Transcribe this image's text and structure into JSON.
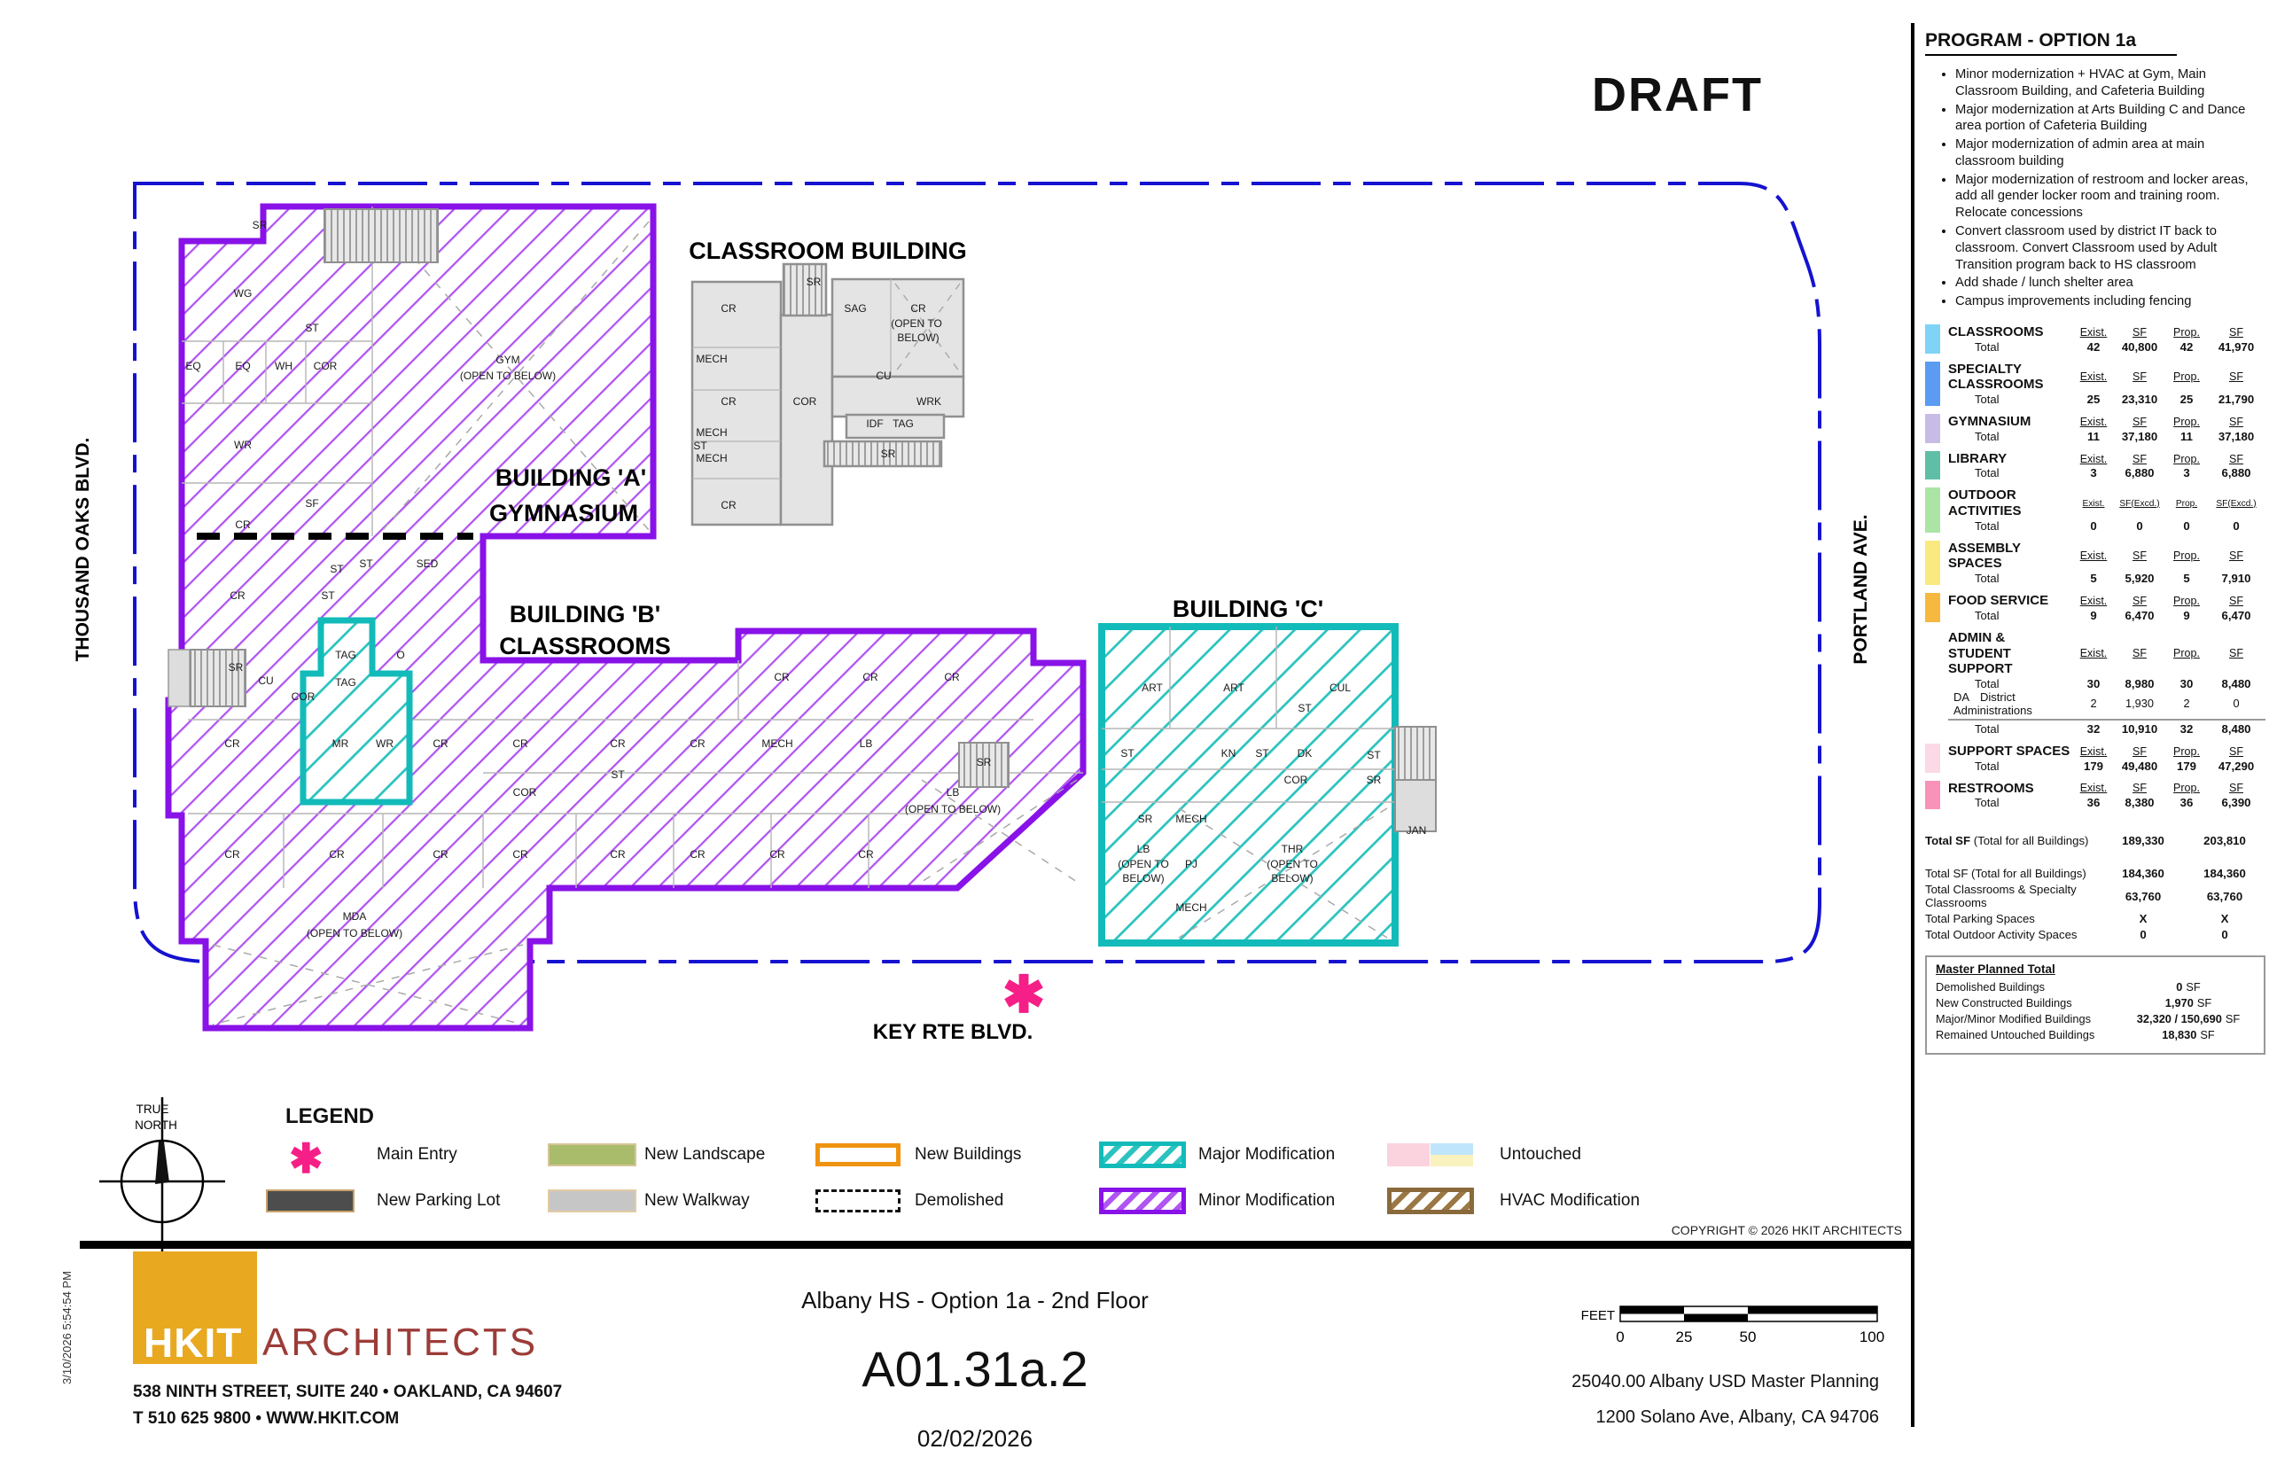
{
  "draft_label": "DRAFT",
  "streets": {
    "left": "THOUSAND OAKS BLVD.",
    "right": "PORTLAND AVE.",
    "bottom": "KEY RTE BLVD."
  },
  "plan": {
    "cb": {
      "title": "CLASSROOM BUILDING",
      "rooms": [
        "CR",
        "MECH",
        "CR",
        "MECH",
        "ST",
        "MECH",
        "CR",
        "SR",
        "COR",
        "SAG",
        "CR",
        "(OPEN TO",
        "BELOW)",
        "CU",
        "WRK",
        "IDF",
        "TAG",
        "SR"
      ]
    },
    "a": {
      "line1": "BUILDING 'A'",
      "line2": "GYMNASIUM",
      "rooms": [
        "SR",
        "WG",
        "ST",
        "EQ",
        "EQ",
        "WH",
        "COR",
        "GYM",
        "(OPEN TO BELOW)",
        "WR",
        "SF",
        "CR"
      ]
    },
    "b": {
      "line1": "BUILDING 'B'",
      "line2": "CLASSROOMS",
      "rooms": [
        "ST",
        "ST",
        "SED",
        "CR",
        "ST",
        "SR",
        "CU",
        "COR",
        "TAG",
        "O",
        "TAG",
        "CR",
        "MR",
        "WR",
        "CR",
        "CR",
        "CR",
        "CR",
        "MECH",
        "LB",
        "SR",
        "ST",
        "COR",
        "LB",
        "(OPEN TO BELOW)",
        "CR",
        "CR",
        "CR",
        "CR",
        "CR",
        "CR",
        "CR",
        "CR",
        "MDA",
        "(OPEN TO BELOW)",
        "CR",
        "CR",
        "CR"
      ]
    },
    "c": {
      "title": "BUILDING 'C'",
      "rooms": [
        "ART",
        "ART",
        "CUL",
        "ST",
        "ST",
        "KN",
        "ST",
        "DK",
        "ST",
        "COR",
        "SR",
        "SR",
        "MECH",
        "LB",
        "(OPEN TO",
        "BELOW)",
        "PJ",
        "THR",
        "(OPEN TO",
        "BELOW)",
        "MECH",
        "JAN"
      ]
    },
    "entry_symbol": "✱"
  },
  "legend": {
    "title": "LEGEND",
    "north_line1": "TRUE",
    "north_line2": "NORTH",
    "entry_symbol": "✱",
    "items": {
      "main_entry": "Main Entry",
      "new_parking": "New Parking Lot",
      "new_landscape": "New Landscape",
      "new_walkway": "New Walkway",
      "new_buildings": "New Buildings",
      "demolished": "Demolished",
      "major_mod": "Major Modification",
      "minor_mod": "Minor Modification",
      "untouched": "Untouched",
      "hvac_mod": "HVAC Modification"
    },
    "copyright": "COPYRIGHT © 2026 HKIT ARCHITECTS"
  },
  "title_block": {
    "timestamp": "3/10/2026 5:54:54 PM",
    "logo_text": "HKIT",
    "logo_suffix": "ARCHITECTS",
    "address1": "538 NINTH STREET, SUITE 240 • OAKLAND, CA 94607",
    "address2": "T 510 625 9800  •  WWW.HKIT.COM",
    "sheet_title": "Albany HS - Option 1a - 2nd Floor",
    "sheet_number": "A01.31a.2",
    "date": "02/02/2026",
    "scale": {
      "unit": "FEET",
      "t0": "0",
      "t25": "25",
      "t50": "50",
      "t100": "100"
    },
    "project_line1": "25040.00 Albany USD Master Planning",
    "project_line2": "1200 Solano Ave, Albany, CA 94706"
  },
  "colors": {
    "minor_mod_purple": "#8812E8",
    "major_mod_teal": "#12BBB9",
    "boundary_blue": "#1512D0",
    "entry_pink": "#F51F87",
    "hvac_brown": "#8A6A3B",
    "new_buildings_orange": "#F0930F",
    "new_landscape_olive": "#A9BC6B",
    "new_parking_gray": "#4D4D4D",
    "new_walkway_gray": "#C6C6C6",
    "untouched_pink": "#FBD3DE",
    "untouched_blue": "#BFE5FB",
    "untouched_yellow": "#FAF2BE",
    "hkit_amber": "#E8A81F",
    "hkit_red": "#9C3C38"
  },
  "program": {
    "title": "PROGRAM - OPTION 1a",
    "bullets": [
      "Minor modernization + HVAC at Gym, Main Classroom Building, and Cafeteria Building",
      "Major modernization at Arts Building C and Dance area portion of Cafeteria Building",
      "Major modernization of admin area at main classroom building",
      "Major modernization of restroom and locker areas, add all gender locker room and training room. Relocate concessions",
      "Convert classroom used by district IT back to classroom.  Convert Classroom used by Adult Transition program back to HS classroom",
      "Add shade / lunch shelter area",
      "Campus improvements including fencing"
    ],
    "categories": [
      {
        "name": "CLASSROOMS",
        "sw": "background:#7ED3F7",
        "h": [
          "Exist.",
          "SF",
          "Prop.",
          "SF"
        ],
        "rows": [
          {
            "l": "Total",
            "v": [
              "42",
              "40,800",
              "42",
              "41,970"
            ]
          }
        ]
      },
      {
        "name": "SPECIALTY",
        "name2": "CLASSROOMS",
        "sw": "background:#5B9BF2",
        "h": [
          "Exist.",
          "SF",
          "Prop.",
          "SF"
        ],
        "rows": [
          {
            "l": "Total",
            "v": [
              "25",
              "23,310",
              "25",
              "21,790"
            ]
          }
        ]
      },
      {
        "name": "GYMNASIUM",
        "sw": "background:#C8BCE6",
        "h": [
          "Exist.",
          "SF",
          "Prop.",
          "SF"
        ],
        "rows": [
          {
            "l": "Total",
            "v": [
              "11",
              "37,180",
              "11",
              "37,180"
            ]
          }
        ]
      },
      {
        "name": "LIBRARY",
        "sw": "background:#5FBFA6",
        "h": [
          "Exist.",
          "SF",
          "Prop.",
          "SF"
        ],
        "rows": [
          {
            "l": "Total",
            "v": [
              "3",
              "6,880",
              "3",
              "6,880"
            ]
          }
        ]
      },
      {
        "name": "OUTDOOR ACTIVITIES",
        "sw": "background:#ACE4A6",
        "h": [
          "Exist.",
          "SF(Excd.)",
          "Prop.",
          "SF(Excd.)"
        ],
        "rows": [
          {
            "l": "Total",
            "v": [
              "0",
              "0",
              "0",
              "0"
            ]
          }
        ]
      },
      {
        "name": "ASSEMBLY SPACES",
        "sw": "background:#FAE97E",
        "h": [
          "Exist.",
          "SF",
          "Prop.",
          "SF"
        ],
        "rows": [
          {
            "l": "Total",
            "v": [
              "5",
              "5,920",
              "5",
              "7,910"
            ]
          }
        ]
      },
      {
        "name": "FOOD SERVICE",
        "sw": "background:#F6B83F",
        "h": [
          "Exist.",
          "SF",
          "Prop.",
          "SF"
        ],
        "rows": [
          {
            "l": "Total",
            "v": [
              "9",
              "6,470",
              "9",
              "6,470"
            ]
          }
        ]
      },
      {
        "name": "ADMIN &",
        "name2": "STUDENT SUPPORT",
        "sw": "background:#F5907E",
        "sw2": "background:#F4705B",
        "h": [
          "Exist.",
          "SF",
          "Prop.",
          "SF"
        ],
        "rows": [
          {
            "l": "Total",
            "v": [
              "30",
              "8,980",
              "30",
              "8,480"
            ]
          },
          {
            "c": "DA",
            "l": "District Administrations",
            "v": [
              "2",
              "1,930",
              "2",
              "0"
            ]
          },
          {
            "l": "Total",
            "v": [
              "32",
              "10,910",
              "32",
              "8,480"
            ]
          }
        ]
      },
      {
        "name": "SUPPORT SPACES",
        "sw": "background:#FBD9E6",
        "h": [
          "Exist.",
          "SF",
          "Prop.",
          "SF"
        ],
        "rows": [
          {
            "l": "Total",
            "v": [
              "179",
              "49,480",
              "179",
              "47,290"
            ]
          }
        ]
      },
      {
        "name": "RESTROOMS",
        "sw": "background:#F892B8",
        "h": [
          "Exist.",
          "SF",
          "Prop.",
          "SF"
        ],
        "rows": [
          {
            "l": "Total",
            "v": [
              "36",
              "8,380",
              "36",
              "6,390"
            ]
          }
        ]
      }
    ],
    "summary": [
      {
        "lb": "Total SF",
        "lr": " (Total for all Buildings)",
        "v1": "189,330",
        "v2": "203,810"
      },
      {
        "lb": "",
        "lr": "Total SF (Total for all Buildings)",
        "v1": "184,360",
        "v2": "184,360"
      },
      {
        "lb": "",
        "lr": "Total Classrooms & Specialty Classrooms",
        "v1": "63,760",
        "v2": "63,760"
      },
      {
        "lb": "",
        "lr": "Total Parking Spaces",
        "v1": "X",
        "v2": "X"
      },
      {
        "lb": "",
        "lr": "Total Outdoor Activity Spaces",
        "v1": "0",
        "v2": "0"
      }
    ],
    "master": {
      "title": "Master Planned Total",
      "rows": [
        {
          "l": "Demolished Buildings",
          "n": "0",
          "u": "SF"
        },
        {
          "l": "New Constructed Buildings",
          "n": "1,970",
          "u": "SF"
        },
        {
          "l": "Major/Minor Modified Buildings",
          "n": "32,320 / 150,690",
          "u": "SF"
        },
        {
          "l": "Remained Untouched Buildings",
          "n": "18,830",
          "u": "SF"
        }
      ]
    }
  }
}
